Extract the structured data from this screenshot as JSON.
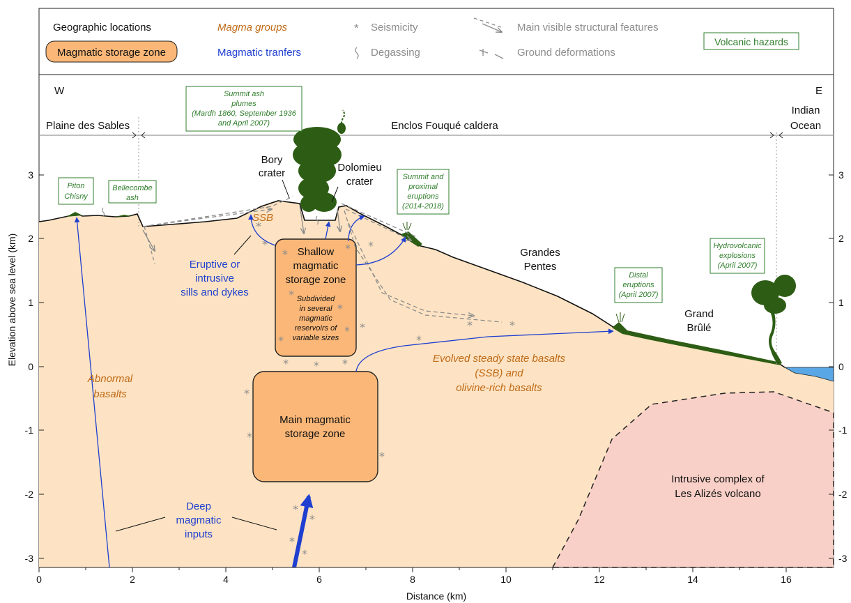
{
  "legend": {
    "geographic_locations": "Geographic locations",
    "magma_groups": "Magma groups",
    "seismicity": "Seismicity",
    "main_structural_features": "Main visible structural features",
    "magmatic_storage_zone": "Magmatic storage zone",
    "magmatic_transfers": "Magmatic tranfers",
    "degassing": "Degassing",
    "ground_deformations": "Ground deformations",
    "volcanic_hazards": "Volcanic hazards"
  },
  "compass": {
    "west": "W",
    "east": "E"
  },
  "regions": {
    "plaine_des_sables": "Plaine des Sables",
    "enclos_fouque": "Enclos Fouqué caldera",
    "indian_ocean_1": "Indian",
    "indian_ocean_2": "Ocean"
  },
  "places": {
    "bory_1": "Bory",
    "bory_2": "crater",
    "dolomieu_1": "Dolomieu",
    "dolomieu_2": "crater",
    "grandes_pentes_1": "Grandes",
    "grandes_pentes_2": "Pentes",
    "grand_brule_1": "Grand",
    "grand_brule_2": "Brûlé"
  },
  "hazards": {
    "piton_chisny": [
      "Piton",
      "Chisny"
    ],
    "bellecombe_ash": [
      "Bellecombe",
      "ash"
    ],
    "summit_ash": [
      "Summit ash",
      "plumes",
      "(Mardh 1860, September 1936",
      "and April 2007)"
    ],
    "summit_proximal": [
      "Summit and",
      "proximal",
      "eruptions",
      "(2014-2018)"
    ],
    "distal": [
      "Distal",
      "eruptions",
      "(April 2007)"
    ],
    "hydrovolcanic": [
      "Hydrovolcanic",
      "explosions",
      "(April 2007)"
    ]
  },
  "magma": {
    "ssb": "SSB",
    "abnormal": [
      "Abnormal",
      "basalts"
    ],
    "evolved": [
      "Evolved steady state basalts",
      "(SSB) and",
      "olivine-rich basalts"
    ]
  },
  "transfers": {
    "sills": [
      "Eruptive or",
      "intrusive",
      "sills and dykes"
    ],
    "deep": [
      "Deep",
      "magmatic",
      "inputs"
    ]
  },
  "storage": {
    "shallow": [
      "Shallow",
      "magmatic",
      "storage zone"
    ],
    "shallow_note": [
      "Subdivided",
      "in several",
      "magmatic",
      "reservoirs of",
      "variable sizes"
    ],
    "main": [
      "Main magmatic",
      "storage zone"
    ]
  },
  "intrusive": [
    "Intrusive complex of",
    "Les Alizés volcano"
  ],
  "axes": {
    "xlabel": "Distance (km)",
    "ylabel": "Elevation above sea level (km)",
    "xticks": [
      "0",
      "2",
      "4",
      "6",
      "8",
      "10",
      "12",
      "14",
      "16"
    ],
    "yticks": [
      "3",
      "2",
      "1",
      "0",
      "-1",
      "-2",
      "-3"
    ],
    "yticks_right": [
      "3",
      "2",
      "1",
      "0",
      "-1",
      "-2",
      "-3"
    ]
  },
  "colors": {
    "edifice": "#fde3c3",
    "storage": "#fbb778",
    "intrusive": "#f9d0c7",
    "ocean": "#5aa7e6",
    "lava": "#2d5d14",
    "hazard_text": "#2f7d2b",
    "magma_text": "#c06a17",
    "transfer": "#1f3fd0",
    "structure": "#8c8c8c"
  }
}
